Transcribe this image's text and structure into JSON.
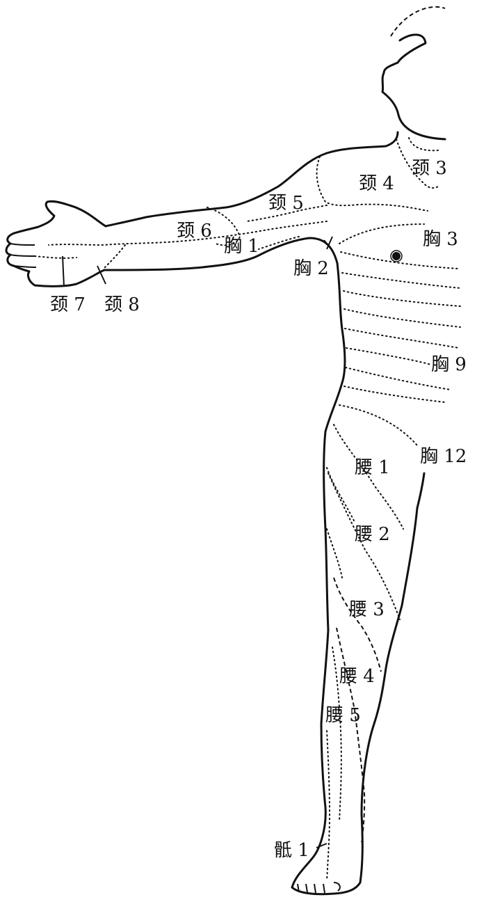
{
  "labels": {
    "c3": "颈 3",
    "c4": "颈 4",
    "c5": "颈 5",
    "c6": "颈 6",
    "c7": "颈 7",
    "c8": "颈 8",
    "t1": "胸 1",
    "t2": "胸 2",
    "t3": "胸 3",
    "t9": "胸 9",
    "t12": "胸 12",
    "l1": "腰 1",
    "l2": "腰 2",
    "l3": "腰 3",
    "l4": "腰 4",
    "l5": "腰 5",
    "s1": "骶 1"
  },
  "colors": {
    "ink": "#111111",
    "background": "#ffffff"
  }
}
